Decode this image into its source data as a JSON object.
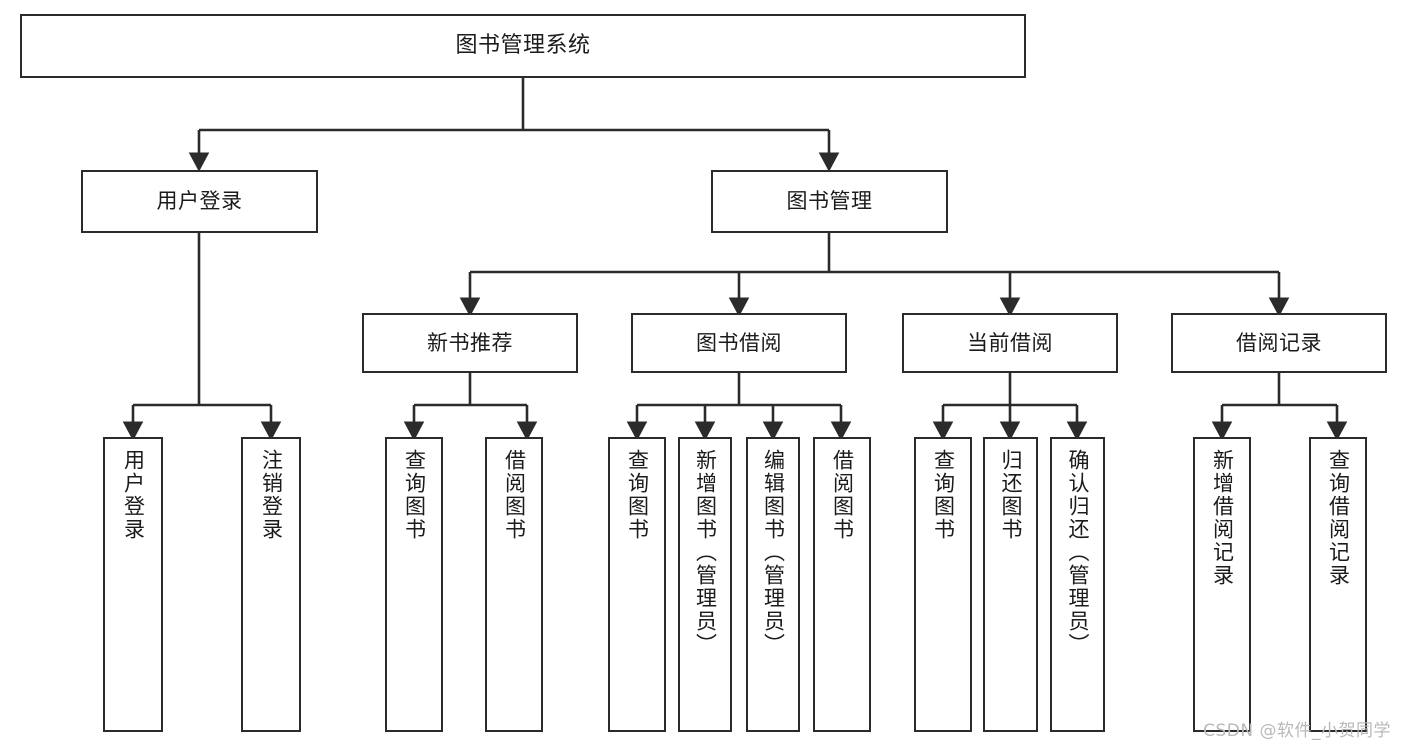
{
  "diagram": {
    "title": "图书管理系统",
    "type": "tree-hierarchy",
    "orientation": "top-down",
    "colors": {
      "box_border": "#2b2b2b",
      "box_fill": "#ffffff",
      "connector": "#2b2b2b",
      "text": "#1b1b1b",
      "watermark": "#b9b9b9",
      "background": "#ffffff"
    },
    "root": {
      "id": "root",
      "label": "图书管理系统"
    },
    "level2": [
      {
        "id": "user-login",
        "label": "用户登录"
      },
      {
        "id": "book-manage",
        "label": "图书管理"
      }
    ],
    "level3": [
      {
        "id": "new-book-recommend",
        "label": "新书推荐",
        "parent": "book-manage"
      },
      {
        "id": "book-borrow",
        "label": "图书借阅",
        "parent": "book-manage"
      },
      {
        "id": "current-borrow",
        "label": "当前借阅",
        "parent": "book-manage"
      },
      {
        "id": "borrow-record",
        "label": "借阅记录",
        "parent": "book-manage"
      }
    ],
    "leaves": {
      "user-login": [
        {
          "id": "leaf-user-login",
          "label": "用户登录"
        },
        {
          "id": "leaf-user-logout",
          "label": "注销登录"
        }
      ],
      "new-book-recommend": [
        {
          "id": "leaf-query-book-1",
          "label": "查询图书"
        },
        {
          "id": "leaf-borrow-book-1",
          "label": "借阅图书"
        }
      ],
      "book-borrow": [
        {
          "id": "leaf-query-book-2",
          "label": "查询图书"
        },
        {
          "id": "leaf-add-book",
          "label": "新增图书（管理员）"
        },
        {
          "id": "leaf-edit-book",
          "label": "编辑图书（管理员）"
        },
        {
          "id": "leaf-borrow-book-2",
          "label": "借阅图书"
        }
      ],
      "current-borrow": [
        {
          "id": "leaf-query-book-3",
          "label": "查询图书"
        },
        {
          "id": "leaf-return-book",
          "label": "归还图书"
        },
        {
          "id": "leaf-confirm-return",
          "label": "确认归还（管理员）"
        }
      ],
      "borrow-record": [
        {
          "id": "leaf-add-record",
          "label": "新增借阅记录"
        },
        {
          "id": "leaf-query-record",
          "label": "查询借阅记录"
        }
      ]
    }
  },
  "watermark": {
    "text": "CSDN @软件_小贺同学"
  }
}
